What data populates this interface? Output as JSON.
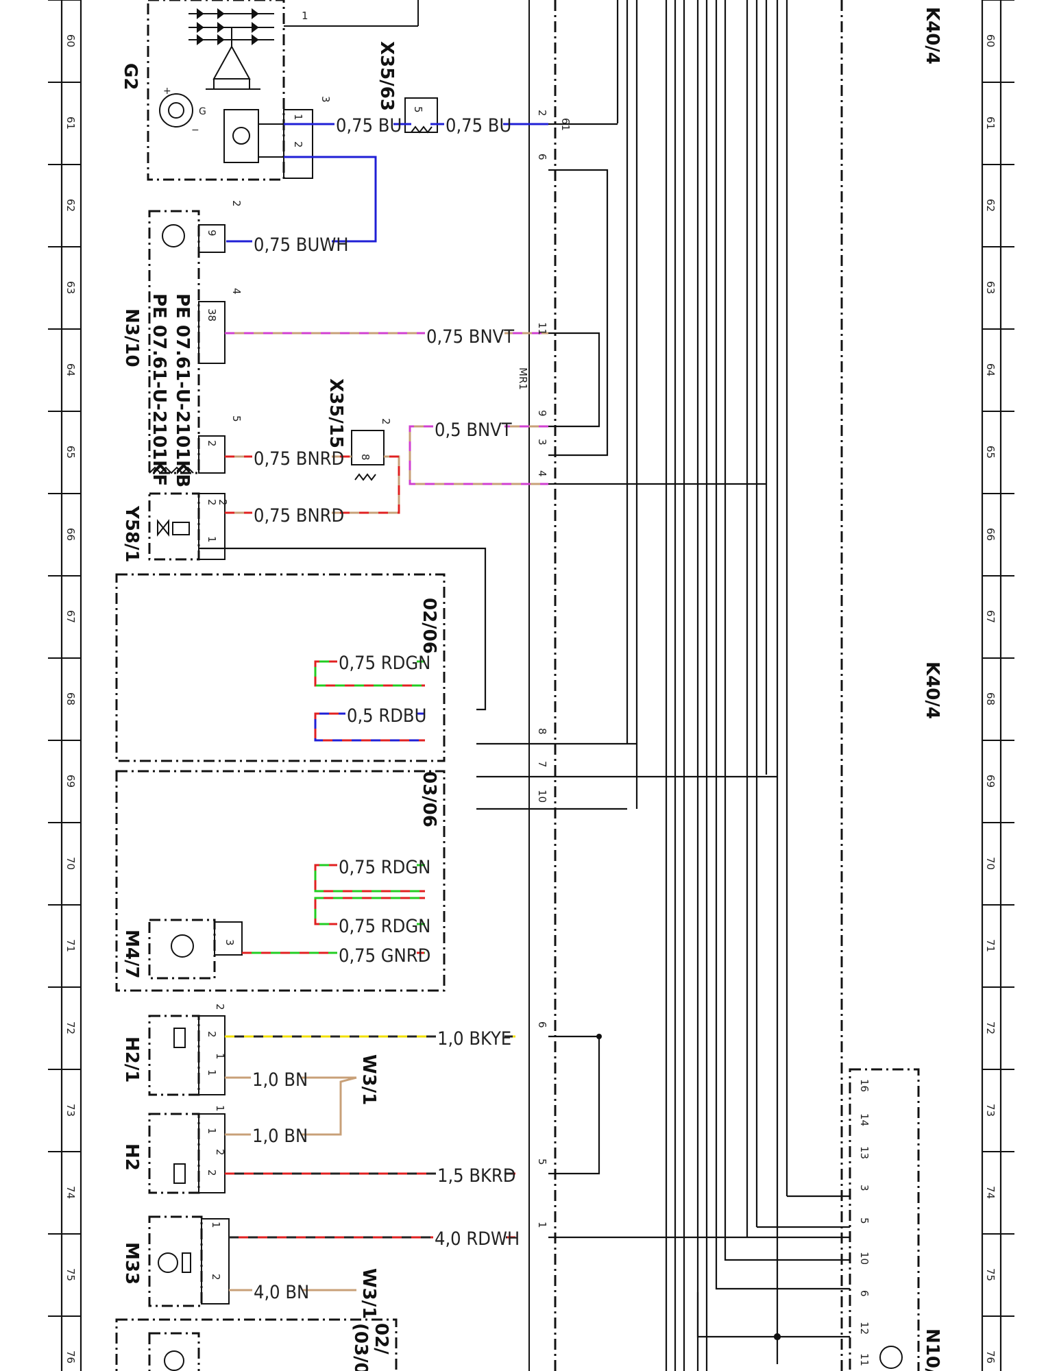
{
  "rulers": {
    "left_numbers": [
      "60",
      "61",
      "62",
      "63",
      "64",
      "65",
      "66",
      "67",
      "68",
      "69",
      "70",
      "71",
      "72",
      "73",
      "74",
      "75",
      "76"
    ],
    "right_numbers": [
      "60",
      "61",
      "62",
      "63",
      "64",
      "65",
      "66",
      "67",
      "68",
      "69",
      "70",
      "71",
      "72",
      "73",
      "74",
      "75",
      "76"
    ]
  },
  "components": {
    "G2": "G2",
    "N3_10": "N3/10",
    "N3_10_variant_kb": "PE 07.61-U-2101KB",
    "N3_10_variant_kf": "PE 07.61-U-2101KF",
    "Y58_1": "Y58/1",
    "M4_7": "M4/7",
    "H2_1": "H2/1",
    "H2": "H2",
    "M33": "M33",
    "X35_63": "X35/63",
    "X35_15": "X35/15",
    "W3_1_a": "W3/1",
    "W3_1_b": "W3/1",
    "K40_4_top": "K40/4",
    "K40_4_mid": "K40/4",
    "N10_partial": "N10/",
    "MR1": "MR1",
    "ref_02_06": "02/06",
    "ref_03_06": "03/06",
    "ref_02_bottom": "02/",
    "ref_03_bottom": "(03/0"
  },
  "wires": [
    {
      "id": "w1",
      "label": "0,75 BU",
      "colors": [
        "#1f1fd6"
      ]
    },
    {
      "id": "w2",
      "label": "0,75 BU",
      "colors": [
        "#1f1fd6"
      ]
    },
    {
      "id": "w3",
      "label": "0,75 BUWH",
      "colors": [
        "#1f1fd6"
      ]
    },
    {
      "id": "w4",
      "label": "0,75 BNVT",
      "colors": [
        "#c8a078",
        "#d040d0"
      ]
    },
    {
      "id": "w5",
      "label": "0,5 BNVT",
      "colors": [
        "#c8a078",
        "#d040d0"
      ]
    },
    {
      "id": "w6",
      "label": "0,75 BNRD",
      "colors": [
        "#c8a078",
        "#e02020"
      ]
    },
    {
      "id": "w7",
      "label": "0,75 BNRD",
      "colors": [
        "#c8a078",
        "#e02020"
      ]
    },
    {
      "id": "w8",
      "label": "0,75 RDGN",
      "colors": [
        "#e02020",
        "#22cc22"
      ]
    },
    {
      "id": "w9",
      "label": "0,5 RDBU",
      "colors": [
        "#e02020",
        "#1f1fd6"
      ]
    },
    {
      "id": "w10",
      "label": "0,75 RDGN",
      "colors": [
        "#e02020",
        "#22cc22"
      ]
    },
    {
      "id": "w11",
      "label": "0,75 RDGN",
      "colors": [
        "#e02020",
        "#22cc22"
      ]
    },
    {
      "id": "w12",
      "label": "0,75 GNRD",
      "colors": [
        "#22cc22",
        "#e02020"
      ]
    },
    {
      "id": "w13",
      "label": "1,0 BKYE",
      "colors": [
        "#222222",
        "#f2e000"
      ]
    },
    {
      "id": "w14",
      "label": "1,0 BN",
      "colors": [
        "#c8a078"
      ]
    },
    {
      "id": "w15",
      "label": "1,0 BN",
      "colors": [
        "#c8a078"
      ]
    },
    {
      "id": "w16",
      "label": "1,5 BKRD",
      "colors": [
        "#222222",
        "#e02020"
      ]
    },
    {
      "id": "w17",
      "label": "4,0 RDWH",
      "colors": [
        "#e02020",
        "#222222"
      ]
    },
    {
      "id": "w18",
      "label": "4,0 BN",
      "colors": [
        "#c8a078"
      ]
    }
  ],
  "pins": {
    "g2_1": "1",
    "g2_3": "3",
    "g2_p1": "1",
    "g2_p2": "2",
    "x3563_5": "5",
    "k40_2": "2",
    "k40_61": "61",
    "k40_6": "6",
    "k40_11": "11",
    "k40_9": "9",
    "k40_3": "3",
    "k40_4": "4",
    "k40_8": "8",
    "k40_7": "7",
    "k40_10": "10",
    "k40_6b": "6",
    "k40_5": "5",
    "k40_1": "1",
    "n310_2": "2",
    "n310_9": "9",
    "n310_4": "4",
    "n310_38": "38",
    "n310_5": "5",
    "n310_2b": "2",
    "x3515_2": "2",
    "x3515_8": "8",
    "y581_2a": "2",
    "y581_2b": "2",
    "y581_1": "1",
    "m47_3": "3",
    "h21_2a": "2",
    "h21_2b": "2",
    "h21_1a": "1",
    "h21_1b": "1",
    "h2_1a": "1",
    "h2_1b": "1",
    "h2_2a": "2",
    "h2_2b": "2",
    "m33_1": "1",
    "m33_2": "2",
    "n10_16": "16",
    "n10_14": "14",
    "n10_13": "13",
    "n10_3": "3",
    "n10_5": "5",
    "n10_10": "10",
    "n10_6": "6",
    "n10_12": "12",
    "n10_11": "11"
  },
  "icons": [
    "ground-symbol-icon",
    "sensor-icon",
    "valve-icon",
    "motor-icon",
    "lamp-icon",
    "connector-icon"
  ]
}
